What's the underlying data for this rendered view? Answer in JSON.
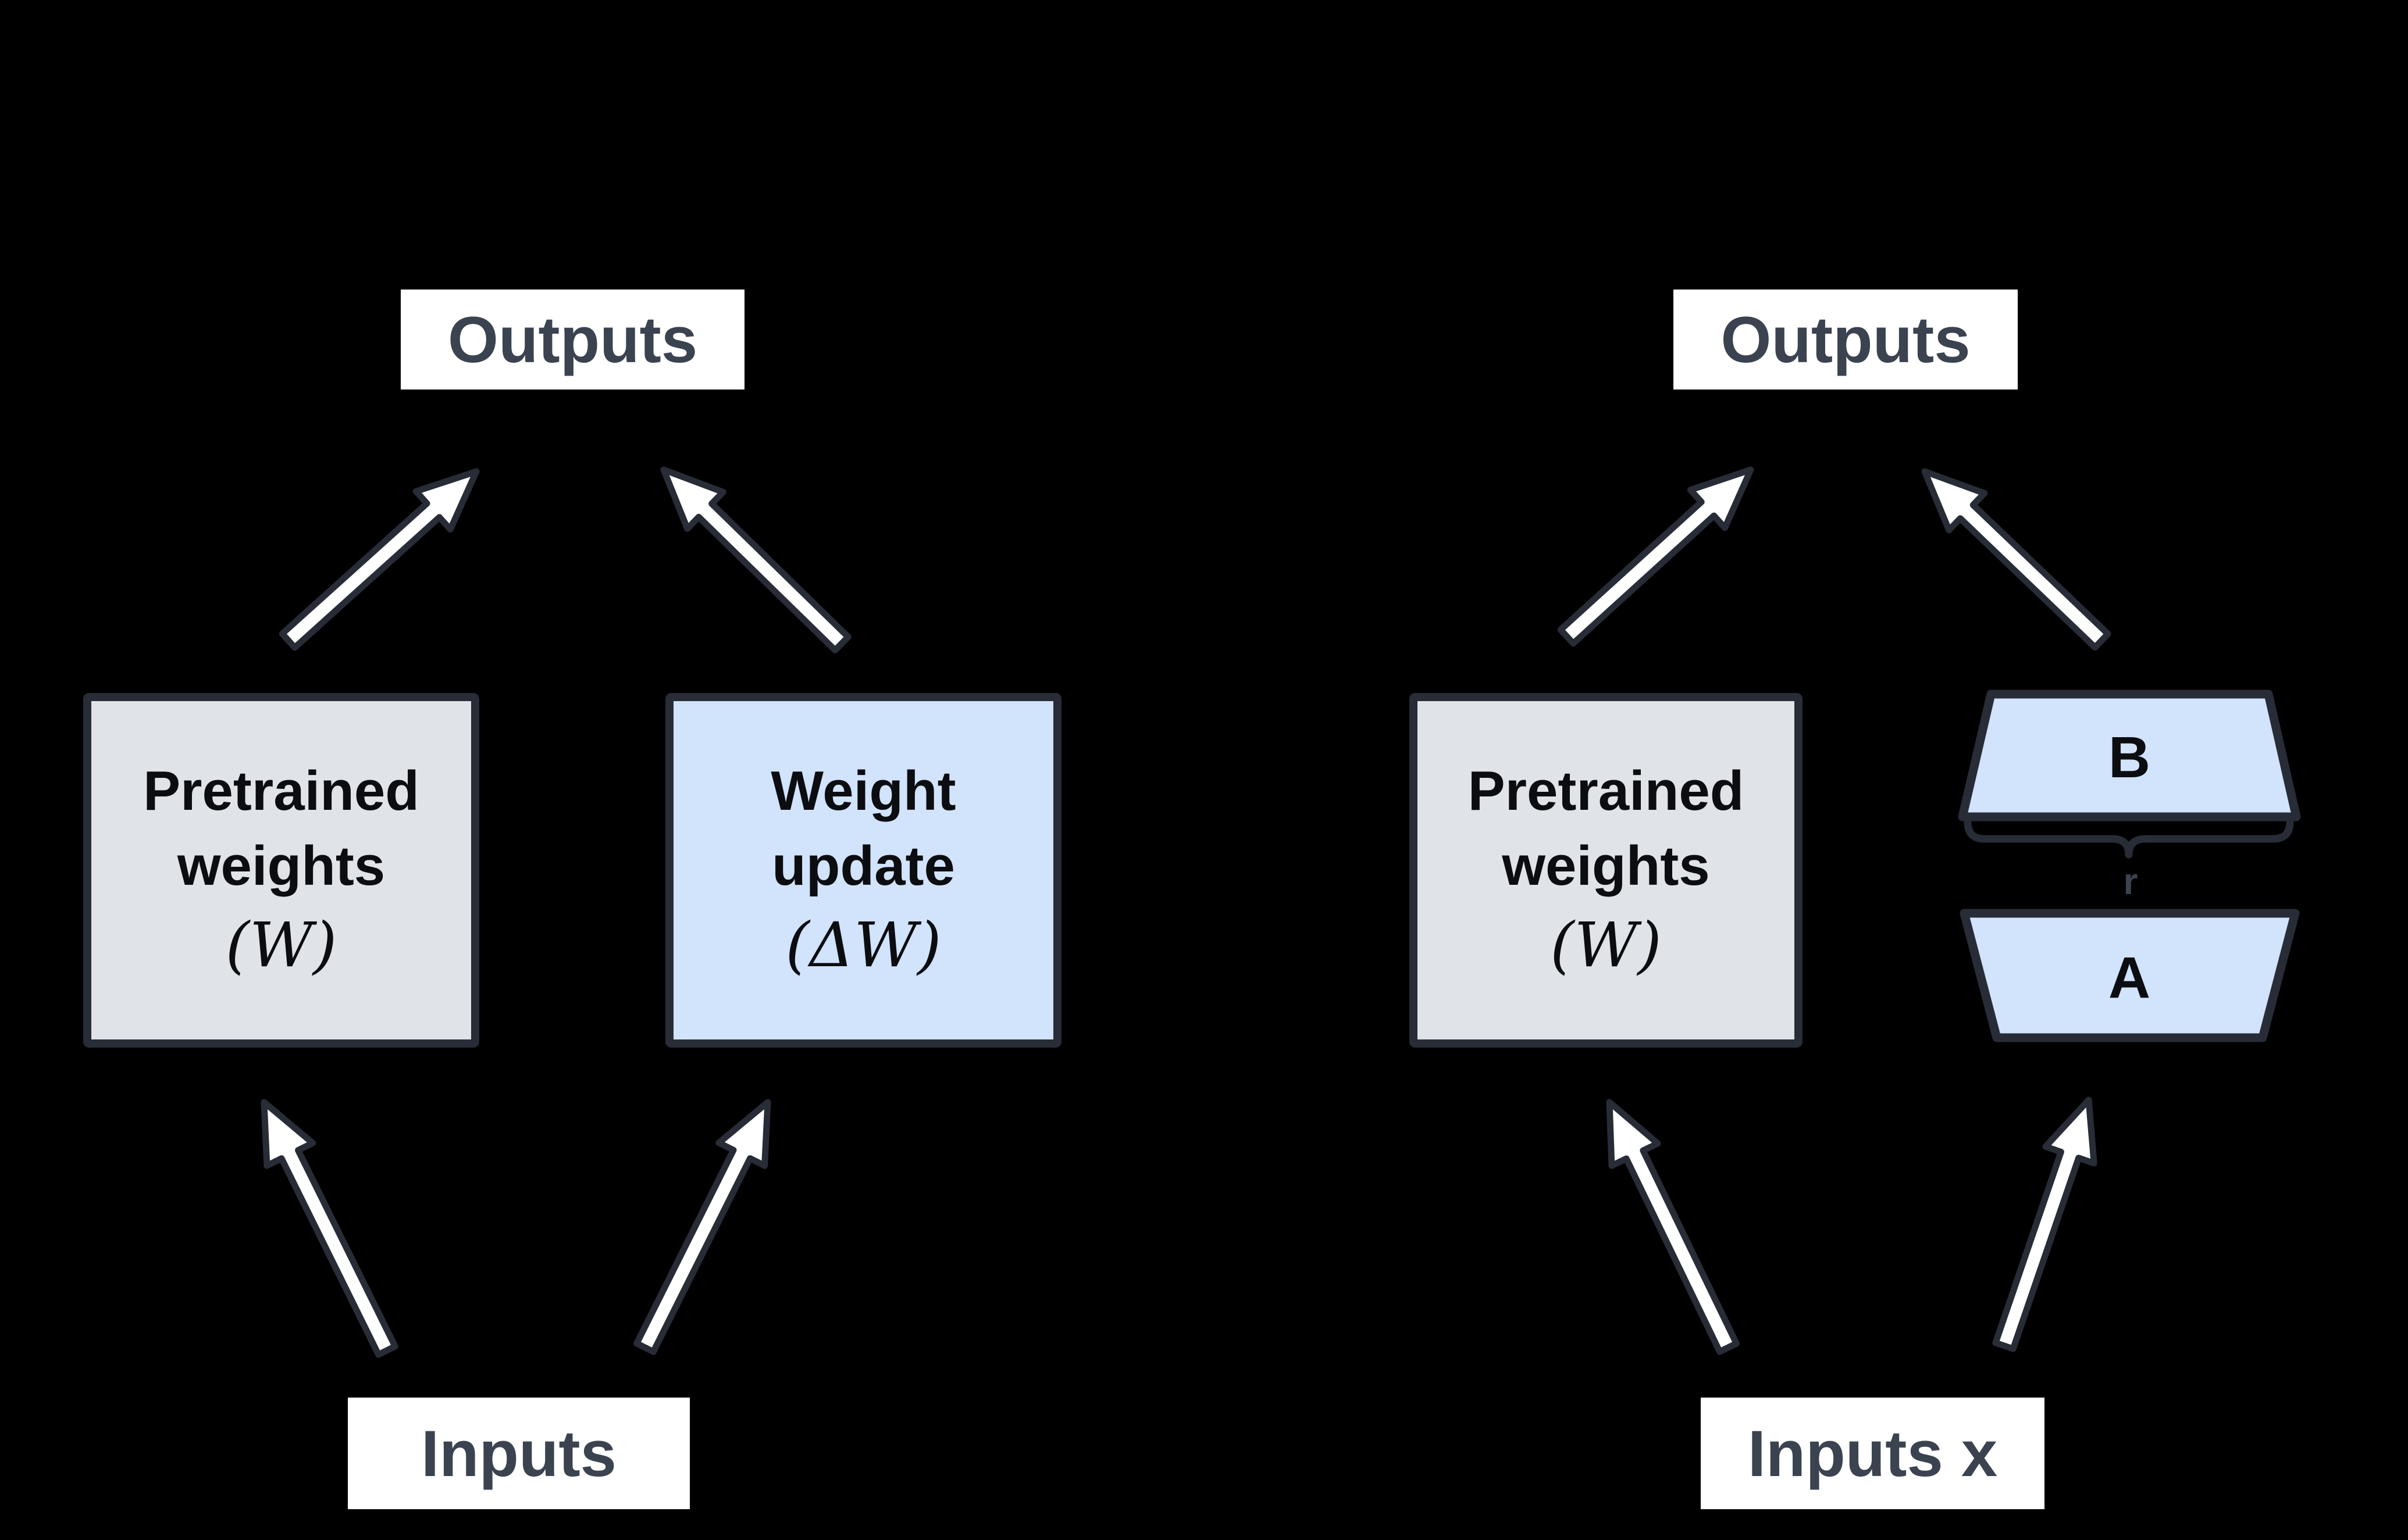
{
  "colors": {
    "background": "#000000",
    "box_white": "#ffffff",
    "gray_fill": "#e0e3e7",
    "blue_fill": "#d2e3fc",
    "outline_dark": "#272c36",
    "label_slate": "#3b4350",
    "text_dark": "#0b0d11"
  },
  "left_diagram": {
    "outputs_label": "Outputs",
    "pretrained_box": {
      "line1": "Pretrained",
      "line2": "weights",
      "symbol": "(W)"
    },
    "weight_update_box": {
      "line1": "Weight",
      "line2": "update",
      "symbol": "(ΔW)"
    },
    "inputs_label": "Inputs"
  },
  "right_diagram": {
    "outputs_label": "Outputs",
    "pretrained_box": {
      "line1": "Pretrained",
      "line2": "weights",
      "symbol": "(W)"
    },
    "matrix_b_label": "B",
    "rank_label": "r",
    "matrix_a_label": "A",
    "inputs_label": "Inputs x"
  }
}
